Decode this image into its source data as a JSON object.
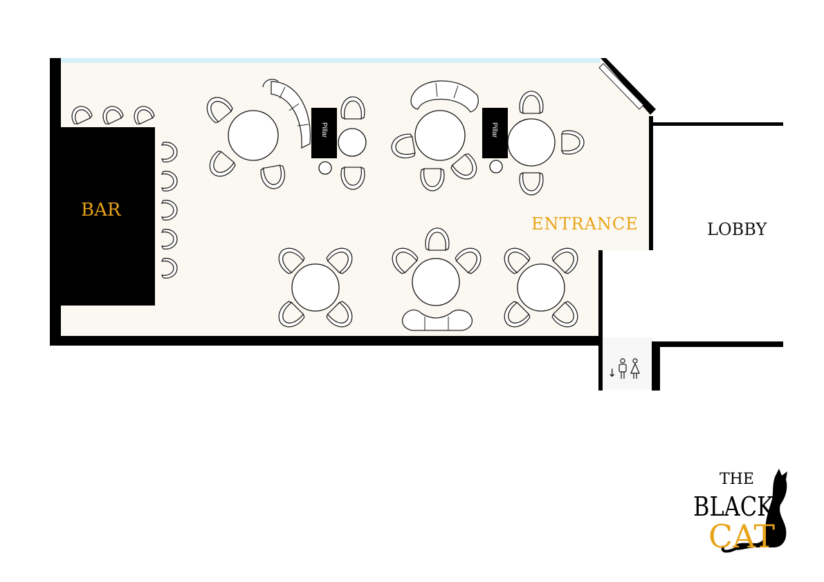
{
  "title": "",
  "labels": {
    "bar": "BAR",
    "entrance": "ENTRANCE",
    "lobby": "LOBBY",
    "pillar_1": "Pillar",
    "pillar_2": "Pillar"
  },
  "restroom": {
    "arrow": "↓",
    "men_icon": "man-icon",
    "women_icon": "woman-icon"
  },
  "logo": {
    "line1": "THE",
    "line2": "BLACK",
    "line3": "CAT"
  },
  "colors": {
    "accent": "#E8A317",
    "floor": "#FBF8F1",
    "window": "#D6F0F8",
    "wall": "#000000"
  }
}
